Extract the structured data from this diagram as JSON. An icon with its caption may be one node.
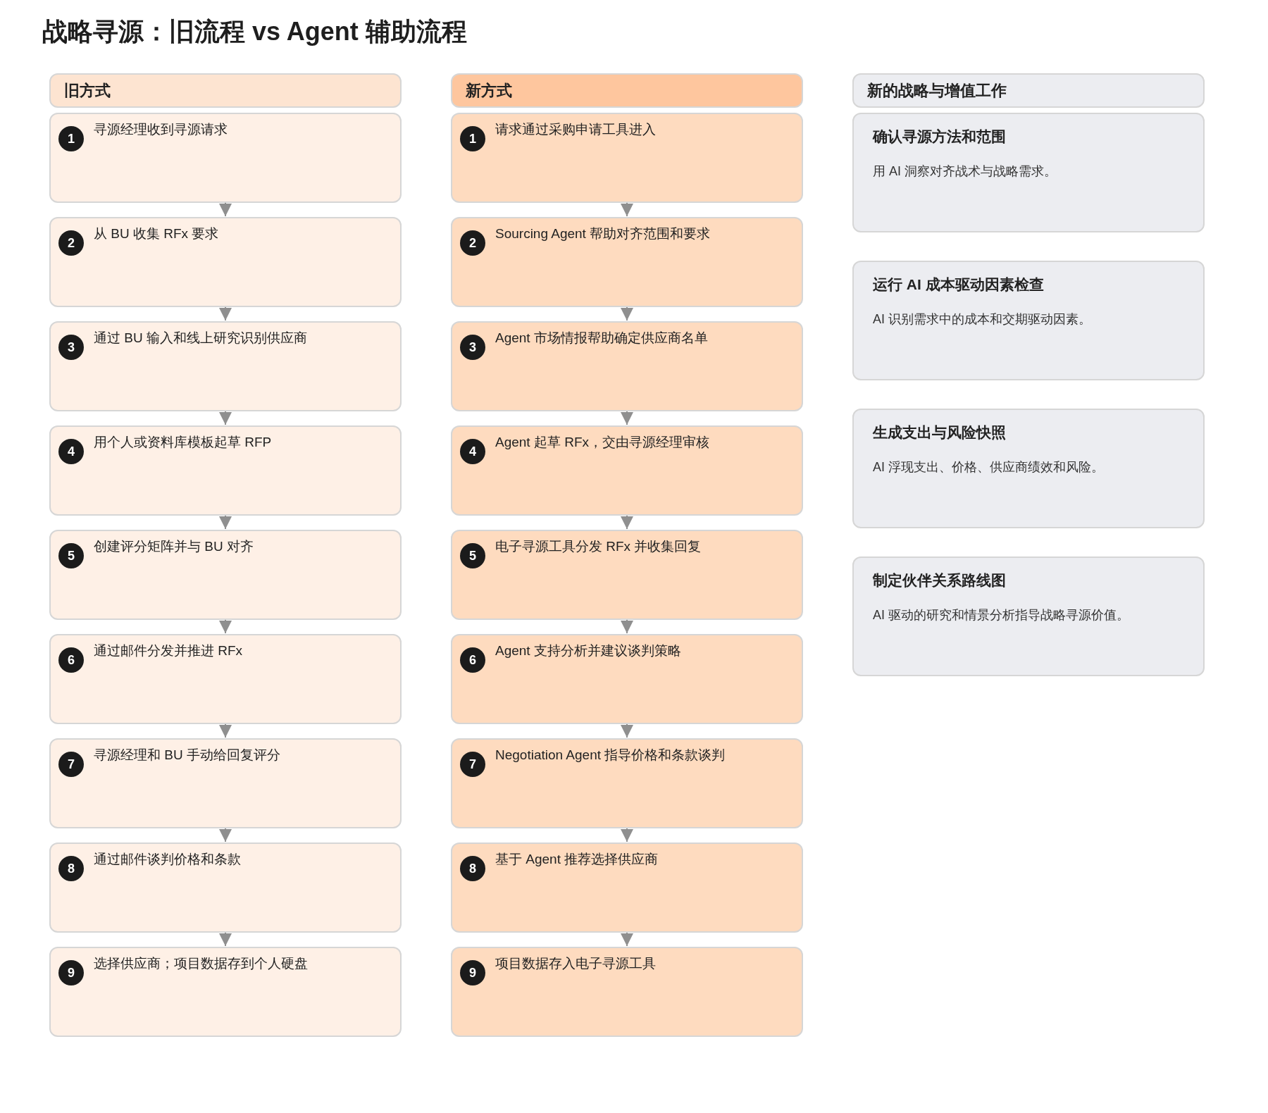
{
  "diagram": {
    "title": "战略寻源：旧流程 vs Agent 辅助流程",
    "nodes": [
      {
        "text": [
          "旧方式"
        ]
      },
      {
        "text": [
          "1",
          "寻源经理收到寻源请求"
        ]
      },
      {
        "text": [
          "2",
          "从 BU 收集 RFx 要求"
        ]
      },
      {
        "text": [
          "3",
          "通过 BU 输入和线上研究识别供应商"
        ]
      },
      {
        "text": [
          "4",
          "用个人或资料库模板起草 RFP"
        ]
      },
      {
        "text": [
          "5",
          "创建评分矩阵并与 BU 对齐"
        ]
      },
      {
        "text": [
          "6",
          "通过邮件分发并推进 RFx"
        ]
      },
      {
        "text": [
          "7",
          "寻源经理和 BU 手动给回复评分"
        ]
      },
      {
        "text": [
          "8",
          "通过邮件谈判价格和条款"
        ]
      },
      {
        "text": [
          "9",
          "选择供应商；项目数据存到个人硬盘"
        ]
      },
      {
        "text": [
          "新方式"
        ]
      },
      {
        "text": [
          "1",
          "请求通过采购申请工具进入"
        ]
      },
      {
        "text": [
          "2",
          "Sourcing Agent 帮助对齐范围和要求"
        ]
      },
      {
        "text": [
          "3",
          "Agent 市场情报帮助确定供应商名单"
        ]
      },
      {
        "text": [
          "4",
          "Agent 起草 RFx，交由寻源经理审核"
        ]
      },
      {
        "text": [
          "5",
          "电子寻源工具分发 RFx 并收集回复"
        ]
      },
      {
        "text": [
          "6",
          "Agent 支持分析并建议谈判策略"
        ]
      },
      {
        "text": [
          "7",
          "Negotiation Agent 指导价格和条款谈判"
        ]
      },
      {
        "text": [
          "8",
          "基于 Agent 推荐选择供应商"
        ]
      },
      {
        "text": [
          "9",
          "项目数据存入电子寻源工具"
        ]
      },
      {
        "text": [
          "新的战略与增值工作"
        ]
      },
      {
        "text": [
          "确认寻源方法和范围",
          "用 AI 洞察对齐战术与战略需求。"
        ]
      },
      {
        "text": [
          "运行 AI 成本驱动因素检查",
          "AI 识别需求中的成本和交期驱动因素。"
        ]
      },
      {
        "text": [
          "生成支出与风险快照",
          "AI 浮现支出、价格、供应商绩效和风险。"
        ]
      },
      {
        "text": [
          "制定伙伴关系路线图",
          "AI 驱动的研究和情景分析指导战略寻源价值。"
        ]
      }
    ],
    "edges": [
      {
        "from": 1,
        "to": 2,
        "arrow": "to"
      },
      {
        "from": 2,
        "to": 3,
        "arrow": "to"
      },
      {
        "from": 3,
        "to": 4,
        "arrow": "to"
      },
      {
        "from": 4,
        "to": 5,
        "arrow": "to"
      },
      {
        "from": 5,
        "to": 6,
        "arrow": "to"
      },
      {
        "from": 6,
        "to": 7,
        "arrow": "to"
      },
      {
        "from": 7,
        "to": 8,
        "arrow": "to"
      },
      {
        "from": 8,
        "to": 9,
        "arrow": "to"
      },
      {
        "from": 11,
        "to": 12,
        "arrow": "to"
      },
      {
        "from": 12,
        "to": 13,
        "arrow": "to"
      },
      {
        "from": 13,
        "to": 14,
        "arrow": "to"
      },
      {
        "from": 14,
        "to": 15,
        "arrow": "to"
      },
      {
        "from": 15,
        "to": 16,
        "arrow": "to"
      },
      {
        "from": 16,
        "to": 17,
        "arrow": "to"
      },
      {
        "from": 17,
        "to": 18,
        "arrow": "to"
      },
      {
        "from": 18,
        "to": 19,
        "arrow": "to"
      }
    ]
  }
}
